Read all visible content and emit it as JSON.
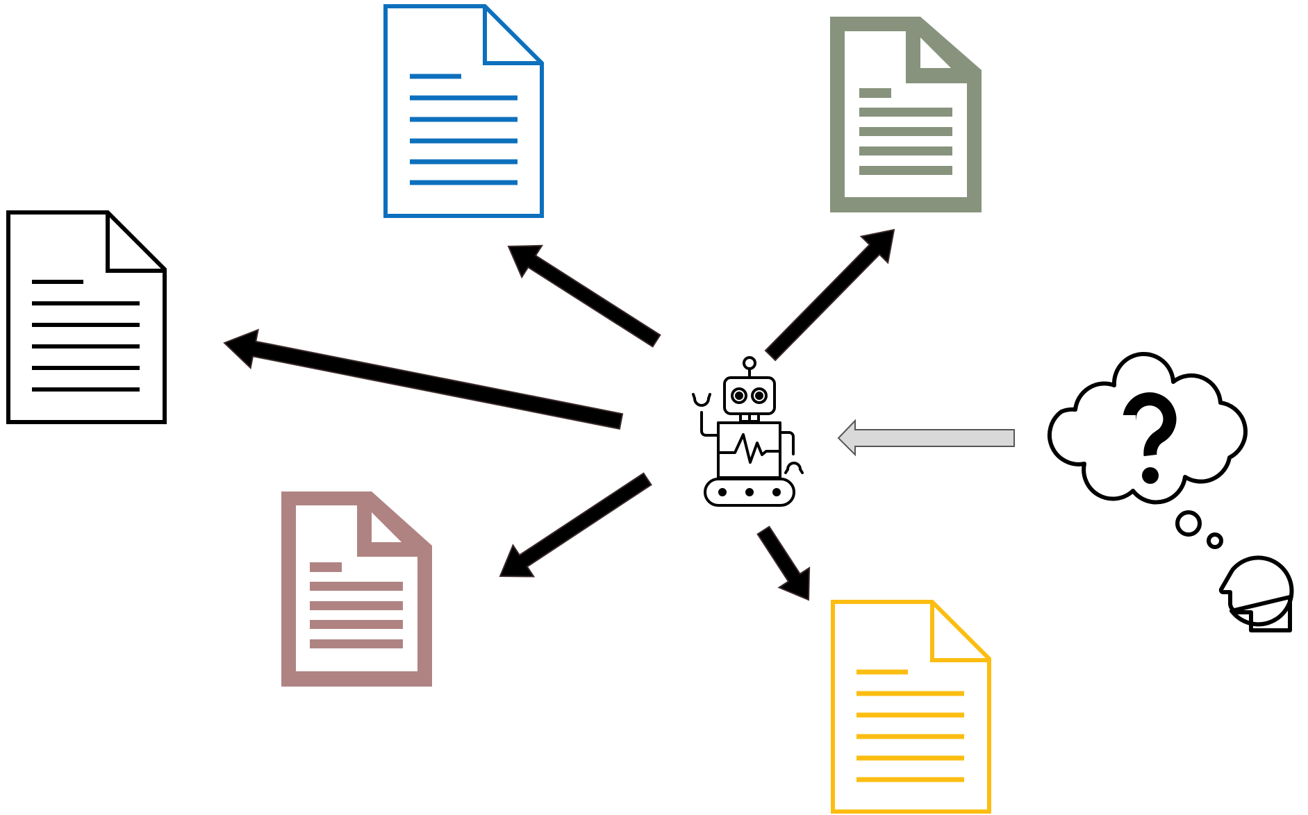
{
  "colors": {
    "background": "#ffffff",
    "ink": "#000000",
    "arrow_outline": "#3a2a2a",
    "query_arrow_fill": "#d9d9d9",
    "query_arrow_stroke": "#555555"
  },
  "documents": [
    {
      "id": "black",
      "color": "#000000",
      "style": "outline",
      "icon": "document-icon"
    },
    {
      "id": "blue",
      "color": "#0d70bd",
      "style": "outline",
      "icon": "document-icon"
    },
    {
      "id": "green",
      "color": "#87937d",
      "style": "filled-frame",
      "icon": "document-icon"
    },
    {
      "id": "rose",
      "color": "#b08383",
      "style": "filled-frame",
      "icon": "document-icon"
    },
    {
      "id": "yellow",
      "color": "#fcbd12",
      "style": "outline",
      "icon": "document-icon"
    }
  ],
  "center": {
    "icon": "robot-icon"
  },
  "query": {
    "icons": [
      "thought-cloud-icon",
      "question-mark-icon",
      "human-head-icon"
    ]
  }
}
